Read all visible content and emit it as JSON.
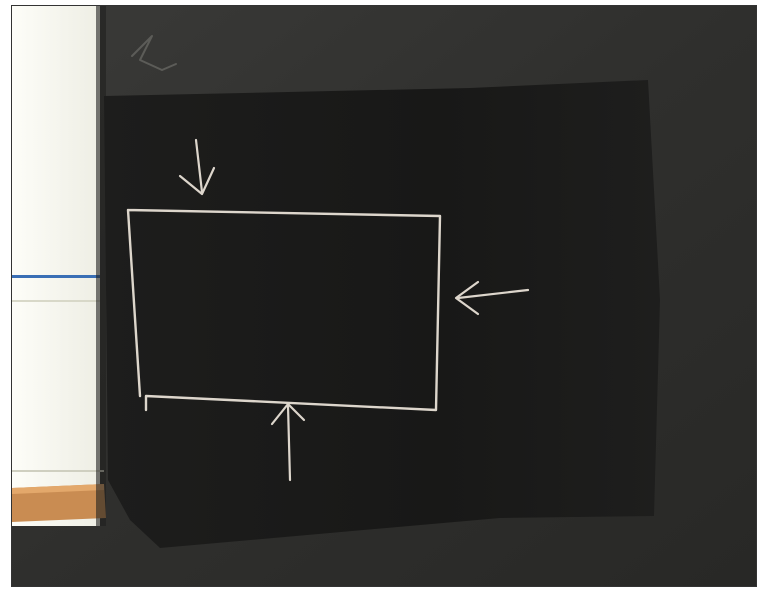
{
  "photo": {
    "subject": "chalk-diagram-on-blackboard",
    "elements": [
      "rectangle",
      "arrow-top",
      "arrow-right",
      "arrow-bottom",
      "squiggle"
    ]
  },
  "colors": {
    "wall": "#2e2e2c",
    "board": "#1a1a19",
    "chalk": "#ddd6cc",
    "window": "#f7f6ef",
    "sill": "#c98c52",
    "blue_line": "#3a6fb5",
    "border": "#333333"
  }
}
